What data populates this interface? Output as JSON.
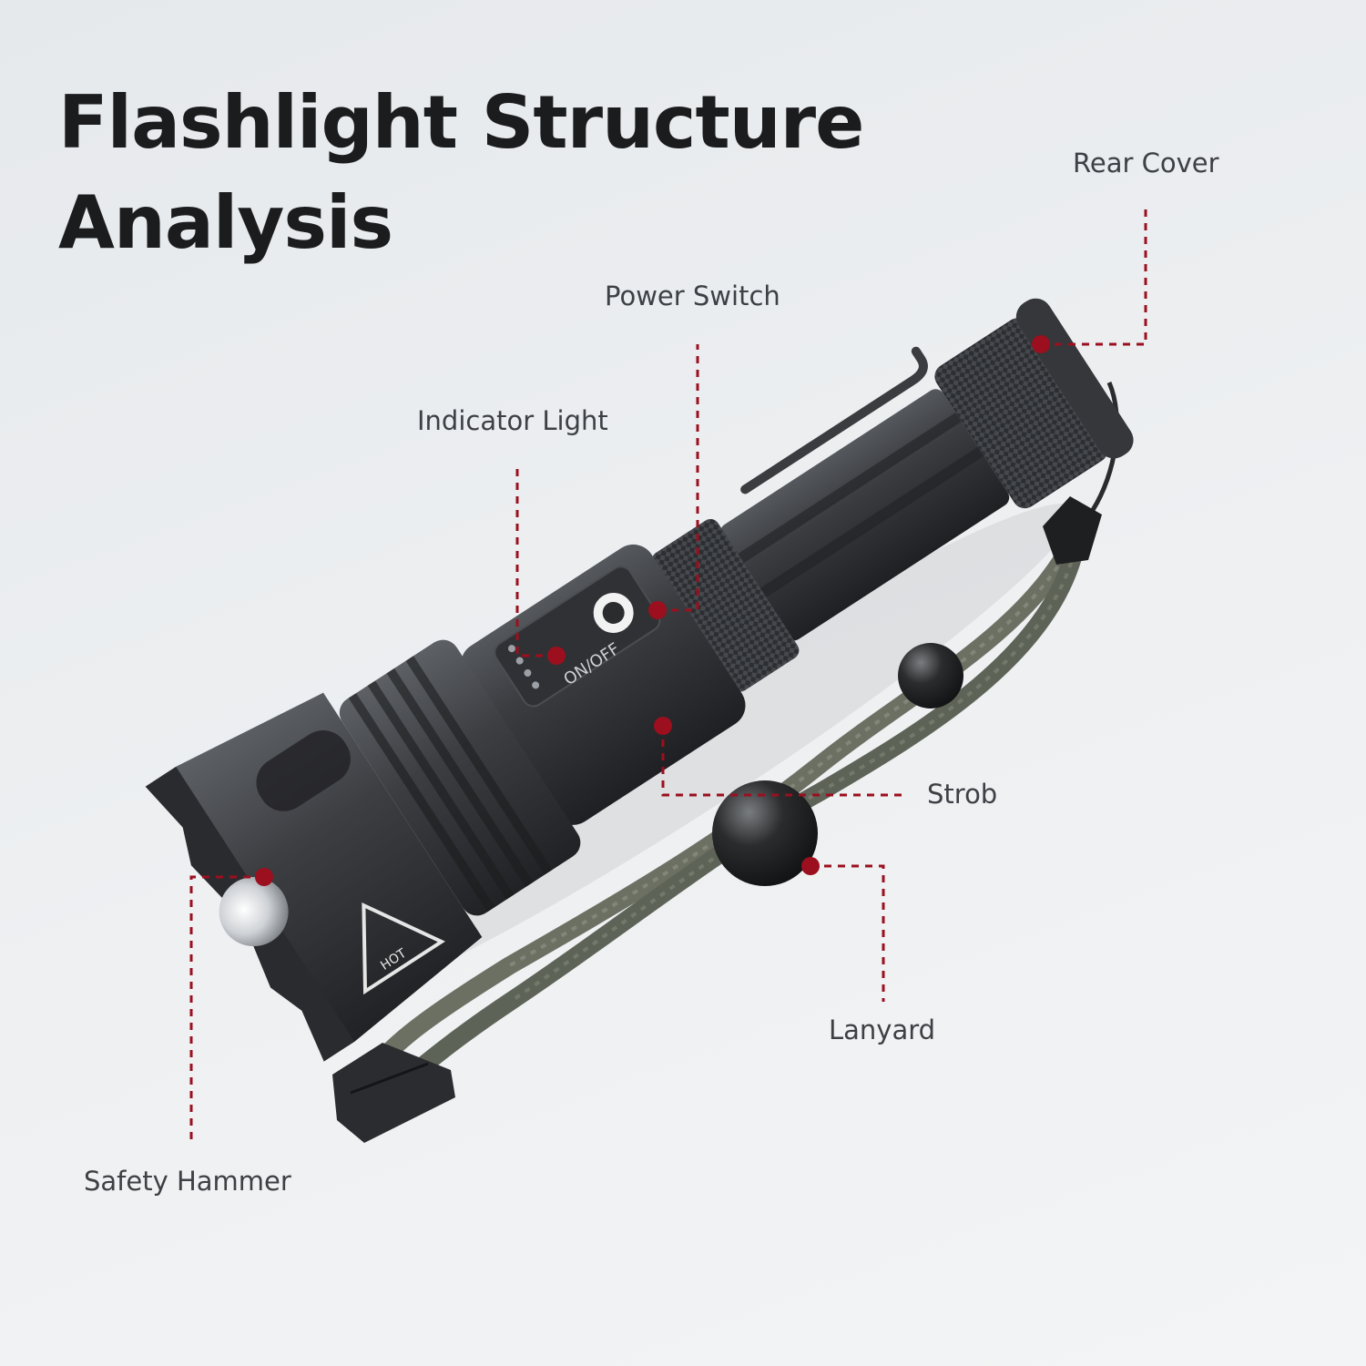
{
  "title": {
    "line1": "Flashlight Structure",
    "line2": "Analysis"
  },
  "callouts": {
    "rear_cover": "Rear Cover",
    "power_switch": "Power Switch",
    "indicator_light": "Indicator Light",
    "strob": "Strob",
    "lanyard": "Lanyard",
    "safety_hammer": "Safety Hammer"
  },
  "device": {
    "switch_text": "ON/OFF",
    "hot_mark": "HOT"
  },
  "colors": {
    "accent": "#9b0f1e",
    "text": "#3d4044",
    "title": "#1b1c1e"
  }
}
